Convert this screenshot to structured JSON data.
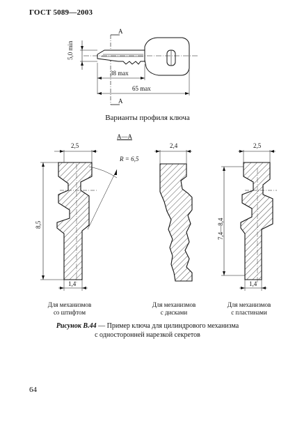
{
  "header": {
    "standard": "ГОСТ 5089—2003"
  },
  "key_drawing": {
    "section_mark_top": "А",
    "section_mark_bottom": "А",
    "dim_height": "5,0 min",
    "dim_blade": "38 max",
    "dim_total": "65 max"
  },
  "profiles_title": "Варианты профиля ключа",
  "section_label": "А—А",
  "profile_pin": {
    "width_top": "2,5",
    "radius": "R = 6,5",
    "height": "8,5",
    "width_bottom": "1,4",
    "caption_line1": "Для механизмов",
    "caption_line2": "со штифтом"
  },
  "profile_disc": {
    "width_top": "2,4",
    "caption_line1": "Для механизмов",
    "caption_line2": "с дисками"
  },
  "profile_plate": {
    "width_top": "2,5",
    "height": "7,4—8,4",
    "width_bottom": "1,4",
    "caption_line1": "Для механизмов",
    "caption_line2": "с пластинами"
  },
  "figure_caption": {
    "label": "Рисунок В.44",
    "text": " — Пример ключа для цилиндрового механизма",
    "line2": "с односторонней нарезкой секретов"
  },
  "page_number": "64"
}
